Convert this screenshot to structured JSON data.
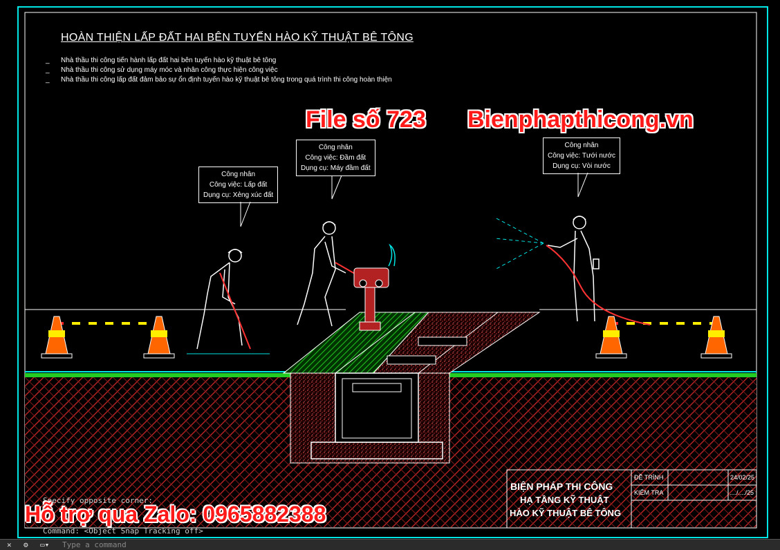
{
  "drawing": {
    "title": "HOÀN THIỆN LẤP ĐẤT HAI BÊN TUYẾN HÀO KỸ THUẬT BÊ TÔNG",
    "notes": [
      "Nhà thầu thi công tiến hành lấp đất hai bên tuyến hào kỹ thuật bê tông",
      "Nhà thầu thi công sử dụng máy móc và nhân công thực hiện công việc",
      "Nhà thầu thi công lấp đất đảm bảo sự ổn định tuyến hào kỹ thuật bê tông trong quá trình thi công hoàn thiện"
    ],
    "note_bullet": "_"
  },
  "watermarks": {
    "file": "File số 723",
    "site": "Bienphapthicong.vn",
    "zalo": "Hỗ trợ qua Zalo: 0965882388"
  },
  "callouts": [
    {
      "line1": "Công nhân",
      "line2": "Công việc: Lấp đất",
      "line3": "Dụng cụ: Xẻng xúc đất"
    },
    {
      "line1": "Công nhân",
      "line2": "Công việc: Đầm đất",
      "line3": "Dụng cụ: Máy đầm đất"
    },
    {
      "line1": "Công nhân",
      "line2": "Công việc: Tưới nước",
      "line3": "Dụng cụ: Vòi nước"
    }
  ],
  "title_block": {
    "line1": "BIỆN PHÁP THI CÔNG",
    "line2": "HẠ TẦNG KỸ THUẬT",
    "line3": "HÀO KỸ THUẬT BÊ TÔNG",
    "row1_label": "ĐỀ TRÌNH",
    "row1_date": "24/02/25",
    "row2_label": "KIỂM TRA",
    "row2_date": "..../..../25"
  },
  "command_line": {
    "history1": "Specify opposite corner:",
    "history2": "Command: <Object Snap Tracking off>",
    "prompt": "Type a command"
  },
  "colors": {
    "frame": "#00e5e5",
    "soil": "#b22222",
    "grass": "#22cc22",
    "cone_orange": "#ff6600",
    "cone_yellow": "#ffee00",
    "watermark": "#ff1a1a"
  }
}
